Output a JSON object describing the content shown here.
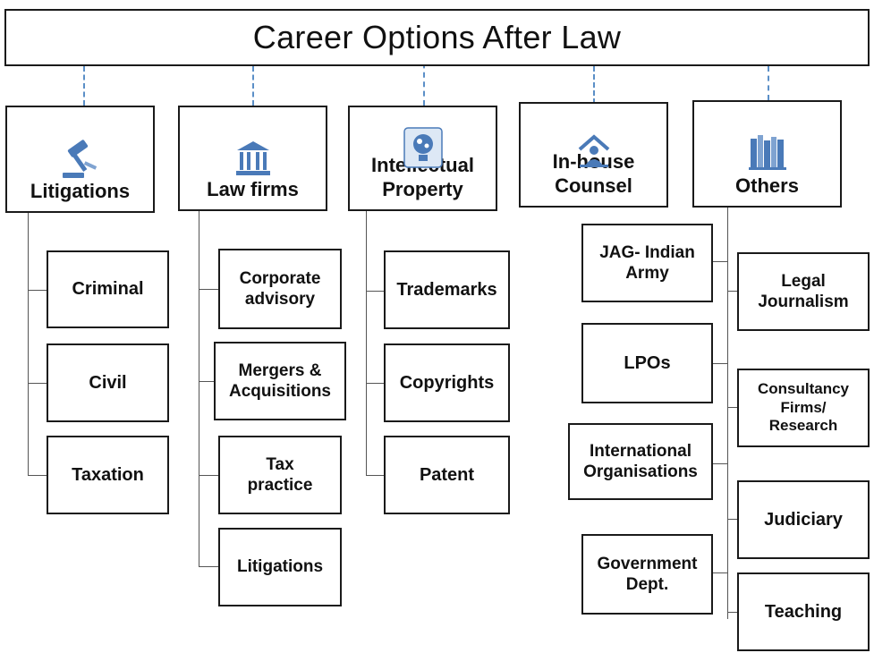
{
  "title": "Career Options After Law",
  "colors": {
    "icon": "#4a7ab8",
    "dashed_connector": "#5b8fc7",
    "border": "#1a1a1a"
  },
  "categories": [
    {
      "label": "Litigations",
      "icon": "gavel-icon",
      "children": [
        "Criminal",
        "Civil",
        "Taxation"
      ]
    },
    {
      "label": "Law firms",
      "icon": "courthouse-icon",
      "children": [
        "Corporate\nadvisory",
        "Mergers &\nAcquisitions",
        "Tax\npractice",
        "Litigations"
      ]
    },
    {
      "label": "Intellectual\nProperty",
      "icon": "brain-idea-icon",
      "children": [
        "Trademarks",
        "Copyrights",
        "Patent"
      ]
    },
    {
      "label": "In-house\nCounsel",
      "icon": "house-person-icon",
      "children": [
        "JAG- Indian\nArmy",
        "LPOs",
        "International\nOrganisations",
        "Government\nDept."
      ]
    },
    {
      "label": "Others",
      "icon": "books-icon",
      "children": [
        "Legal\nJournalism",
        "Consultancy\nFirms/\nResearch",
        "Judiciary",
        "Teaching"
      ]
    }
  ]
}
